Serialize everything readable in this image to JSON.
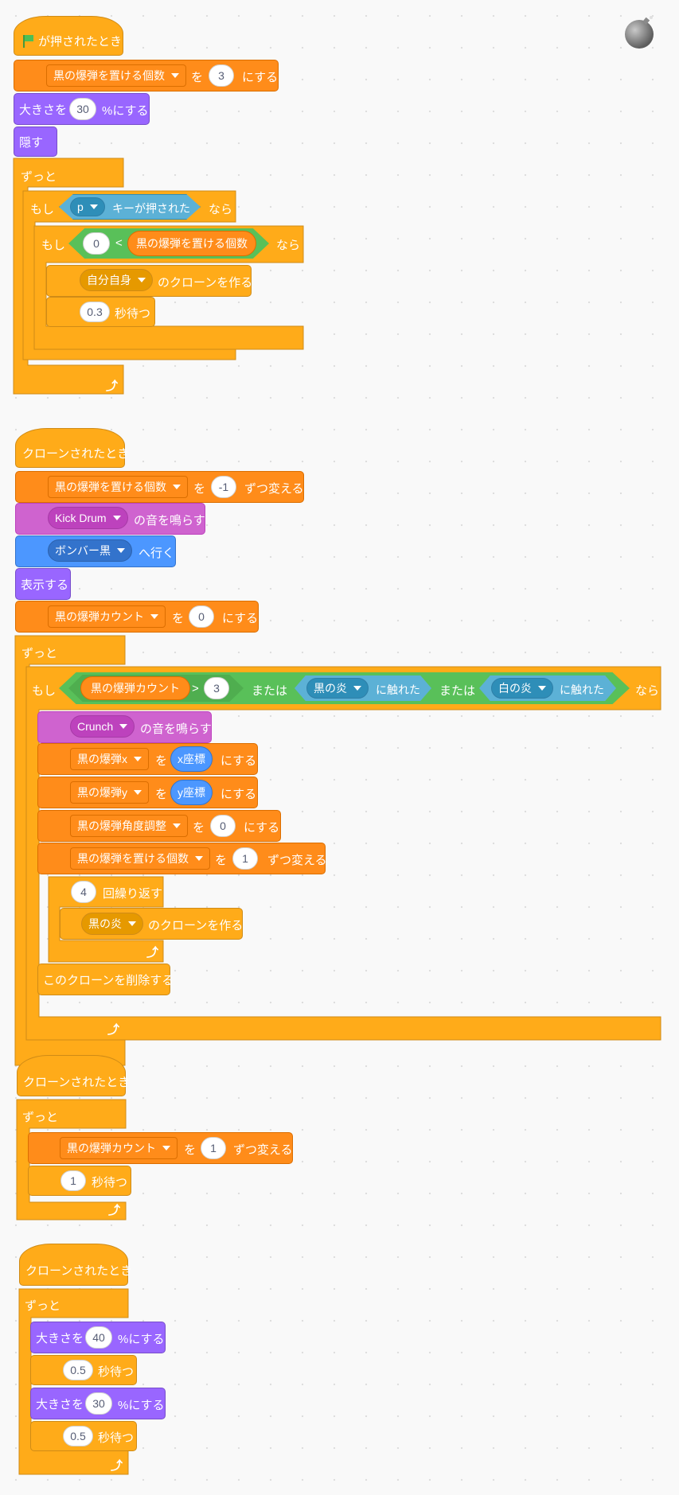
{
  "colors": {
    "events": "#ffab19",
    "control": "#ffab19",
    "variables": "#ff8c1a",
    "looks": "#9966ff",
    "sound": "#cf63cf",
    "motion": "#4c97ff",
    "sensing": "#5cb1d6",
    "operators": "#59c059"
  },
  "sprite_thumbnail_icon": "bomb-icon",
  "script1": {
    "hat": "が押されたとき",
    "set_var": {
      "var": "黒の爆弾を置ける個数",
      "wo": "を",
      "value": "3",
      "suffix": "にする"
    },
    "size": {
      "prefix": "大きさを",
      "value": "30",
      "suffix": "%にする"
    },
    "hide": "隠す",
    "forever": "ずっと",
    "if1": {
      "label": "もし",
      "key": "p",
      "key_suffix": "キーが押された",
      "then": "なら"
    },
    "if2": {
      "label": "もし",
      "left": "0",
      "op": "<",
      "right": "黒の爆弾を置ける個数",
      "then": "なら"
    },
    "clone": {
      "target": "自分自身",
      "suffix": "のクローンを作る"
    },
    "wait": {
      "value": "0.3",
      "suffix": "秒待つ"
    }
  },
  "script2": {
    "hat": "クローンされたとき",
    "change_var": {
      "var": "黒の爆弾を置ける個数",
      "wo": "を",
      "value": "-1",
      "suffix": "ずつ変える"
    },
    "sound": {
      "name": "Kick Drum",
      "suffix": "の音を鳴らす"
    },
    "goto": {
      "target": "ボンバー黒",
      "suffix": "へ行く"
    },
    "show": "表示する",
    "set_count": {
      "var": "黒の爆弾カウント",
      "wo": "を",
      "value": "0",
      "suffix": "にする"
    },
    "forever": "ずっと",
    "if": {
      "label": "もし",
      "var": "黒の爆弾カウント",
      "op": ">",
      "value": "3",
      "or1": "または",
      "touch1": "黒の炎",
      "touch_suffix": "に触れた",
      "or2": "または",
      "touch2": "白の炎",
      "then": "なら"
    },
    "sound2": {
      "name": "Crunch",
      "suffix": "の音を鳴らす"
    },
    "setx": {
      "var": "黒の爆弾x",
      "wo": "を",
      "value": "x座標",
      "suffix": "にする"
    },
    "sety": {
      "var": "黒の爆弾y",
      "wo": "を",
      "value": "y座標",
      "suffix": "にする"
    },
    "setangle": {
      "var": "黒の爆弾角度調整",
      "wo": "を",
      "value": "0",
      "suffix": "にする"
    },
    "change2": {
      "var": "黒の爆弾を置ける個数",
      "wo": "を",
      "value": "1",
      "suffix": "ずつ変える"
    },
    "repeat": {
      "value": "4",
      "suffix": "回繰り返す"
    },
    "clone2": {
      "target": "黒の炎",
      "suffix": "のクローンを作る"
    },
    "delete": "このクローンを削除する"
  },
  "script3": {
    "hat": "クローンされたとき",
    "forever": "ずっと",
    "change": {
      "var": "黒の爆弾カウント",
      "wo": "を",
      "value": "1",
      "suffix": "ずつ変える"
    },
    "wait": {
      "value": "1",
      "suffix": "秒待つ"
    }
  },
  "script4": {
    "hat": "クローンされたとき",
    "forever": "ずっと",
    "size1": {
      "prefix": "大きさを",
      "value": "40",
      "suffix": "%にする"
    },
    "wait1": {
      "value": "0.5",
      "suffix": "秒待つ"
    },
    "size2": {
      "prefix": "大きさを",
      "value": "30",
      "suffix": "%にする"
    },
    "wait2": {
      "value": "0.5",
      "suffix": "秒待つ"
    }
  }
}
